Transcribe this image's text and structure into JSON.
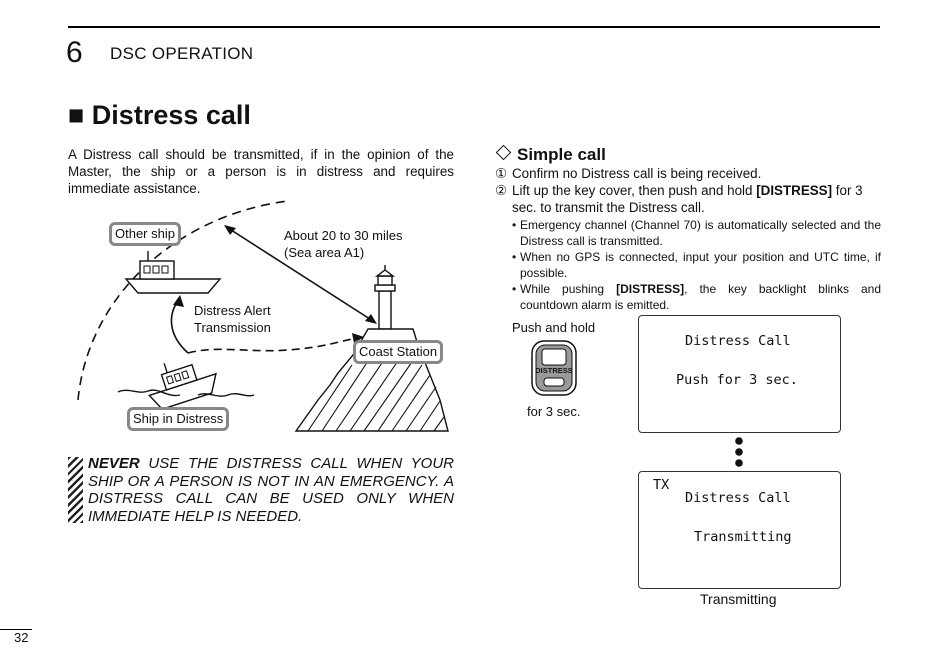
{
  "header": {
    "chapter_number": "6",
    "chapter_title": "DSC OPERATION"
  },
  "section": {
    "title": "■ Distress call",
    "intro": "A Distress call should be transmitted, if in the opinion of the Master, the ship or a person is in distress and requires immediate assistance."
  },
  "diagram": {
    "labels": {
      "other_ship": "Other ship",
      "range_line1": "About 20 to 30 miles",
      "range_line2": "(Sea area A1)",
      "alert_line1": "Distress Alert",
      "alert_line2": "Transmission",
      "coast_station": "Coast Station",
      "ship_in_distress": "Ship in Distress"
    }
  },
  "warning": {
    "lead": "NEVER",
    "text": " USE THE DISTRESS CALL WHEN YOUR SHIP OR A PERSON IS NOT IN AN EMERGENCY. A DISTRESS CALL CAN BE USED ONLY WHEN IMMEDIATE HELP IS NEEDED."
  },
  "simple_call": {
    "title": "Simple call",
    "steps": [
      {
        "num": "①",
        "text": "Confirm no Distress call is being received."
      },
      {
        "num": "②",
        "text_pre": "Lift up the key cover, then push and hold ",
        "key": "[DISTRESS]",
        "text_post": " for 3 sec. to transmit the Distress call."
      }
    ],
    "bullets": [
      {
        "text": "Emergency channel (Channel 70) is automatically selected and the Distress call is transmitted."
      },
      {
        "text": "When no GPS is connected, input your position and UTC time, if possible."
      },
      {
        "text_pre": "While pushing ",
        "key": "[DISTRESS]",
        "text_post": ", the key backlight blinks and countdown alarm is emitted."
      }
    ]
  },
  "illustration": {
    "push_hold": "Push and hold",
    "key_label": "DISTRESS",
    "for_3sec": "for 3 sec.",
    "lcd1": {
      "line1": "Distress Call",
      "line2": "Push for 3 sec."
    },
    "lcd2": {
      "tx": "TX",
      "line1": "Distress Call",
      "line2": "Transmitting"
    },
    "caption": "Transmitting"
  },
  "footer": {
    "page_number": "32"
  }
}
